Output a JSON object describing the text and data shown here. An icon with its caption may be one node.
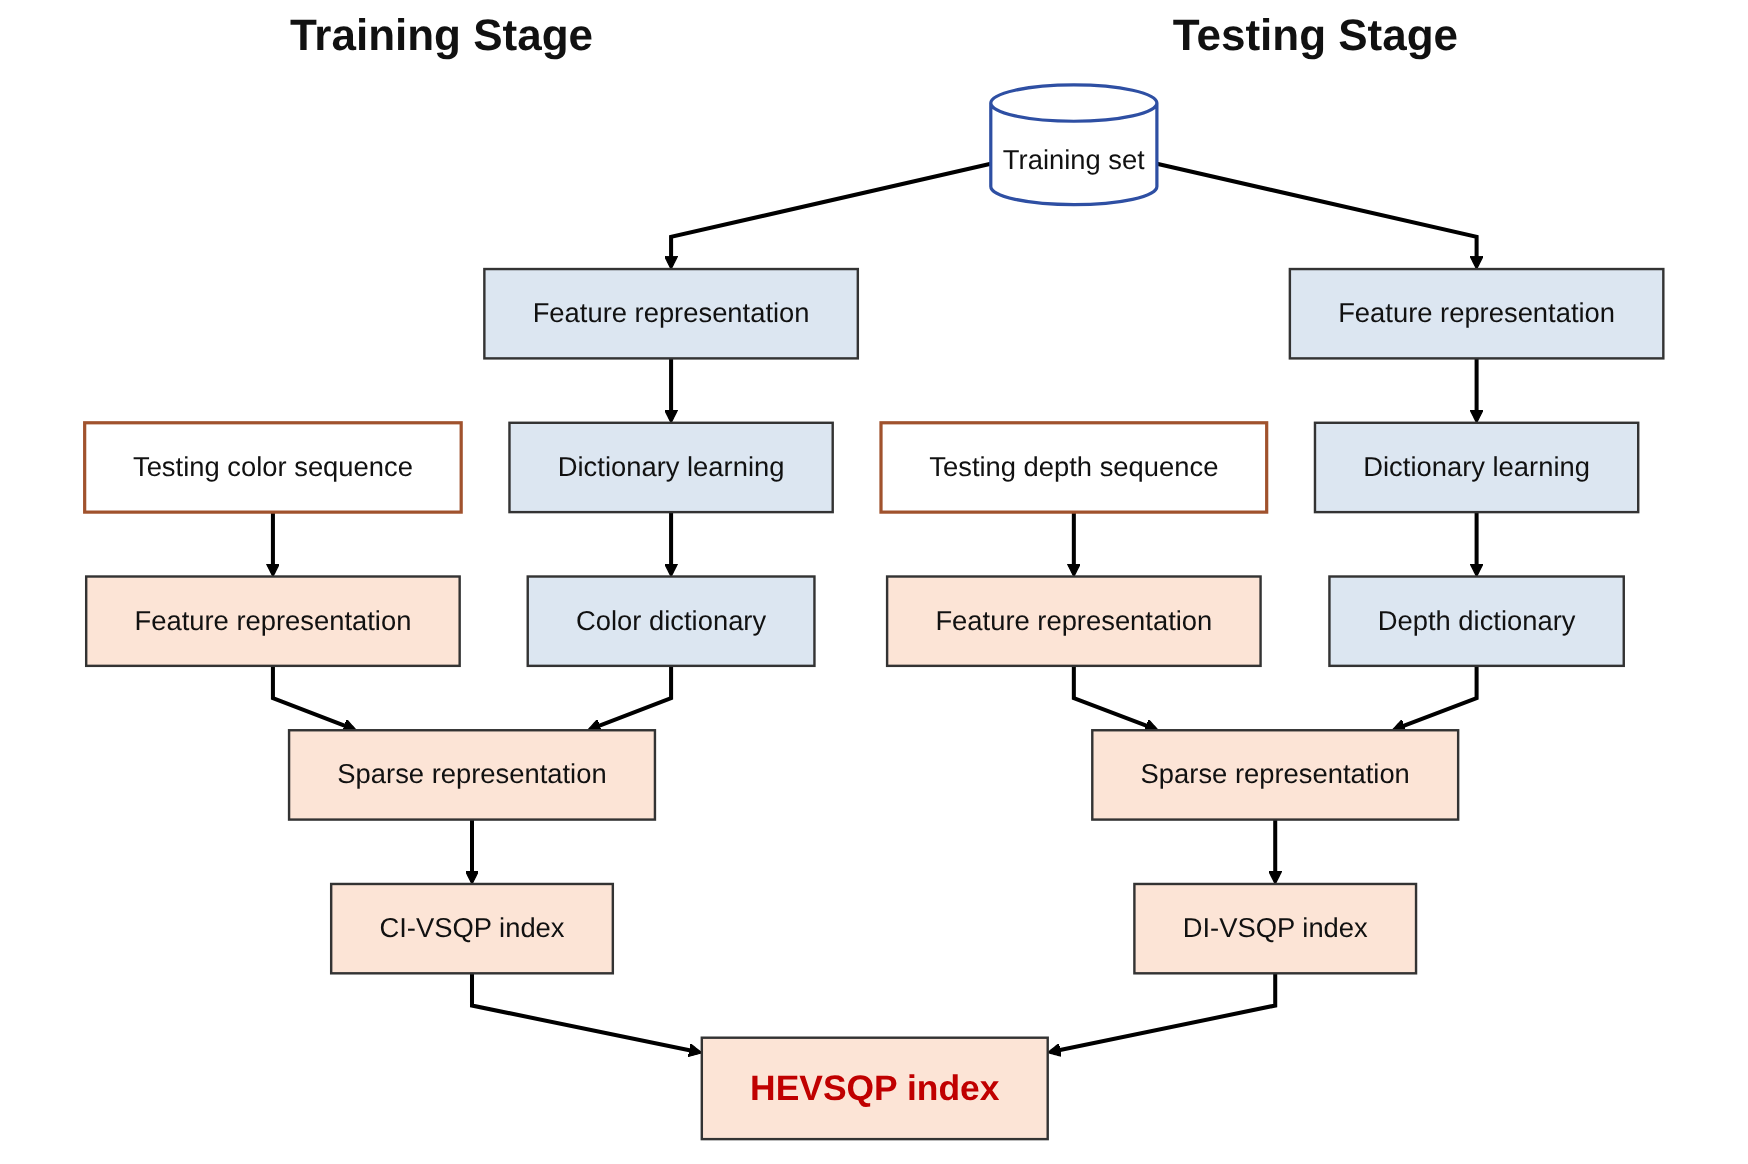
{
  "diagram": {
    "nodes": [
      {
        "text": [
          "Training set"
        ]
      },
      {
        "text": [
          "Feature representation"
        ]
      },
      {
        "text": [
          "Feature representation"
        ]
      },
      {
        "text": [
          "Dictionary learning"
        ]
      },
      {
        "text": [
          "Dictionary learning"
        ]
      },
      {
        "text": [
          "Depth dictionary"
        ]
      },
      {
        "text": [
          "Color dictionary"
        ]
      },
      {
        "text": [
          "Testing color sequence"
        ]
      },
      {
        "text": [
          "Testing depth sequence"
        ]
      },
      {
        "text": [
          "Feature representation"
        ]
      },
      {
        "text": [
          "Feature representation"
        ]
      },
      {
        "text": [
          "Sparse representation"
        ]
      },
      {
        "text": [
          "Sparse representation"
        ]
      },
      {
        "text": [
          "CI-VSQP index"
        ]
      },
      {
        "text": [
          "DI-VSQP index"
        ]
      },
      {
        "text": [
          "HEVSQP index"
        ]
      }
    ],
    "edges": [
      {
        "from": 0,
        "to": 1,
        "arrow": "to"
      },
      {
        "from": 0,
        "to": 2,
        "arrow": "to"
      },
      {
        "from": 1,
        "to": 3,
        "arrow": "to"
      },
      {
        "from": 2,
        "to": 4,
        "arrow": "to"
      },
      {
        "from": 3,
        "to": 5,
        "arrow": "to"
      },
      {
        "from": 4,
        "to": 6,
        "arrow": "to"
      },
      {
        "from": 7,
        "to": 9,
        "arrow": "to"
      },
      {
        "from": 8,
        "to": 10,
        "arrow": "to"
      },
      {
        "from": 9,
        "to": 11,
        "arrow": "to"
      },
      {
        "from": 10,
        "to": 12,
        "arrow": "to"
      },
      {
        "from": 6,
        "to": 11,
        "arrow": "to"
      },
      {
        "from": 5,
        "to": 12,
        "arrow": "to"
      },
      {
        "from": 11,
        "to": 13,
        "arrow": "to"
      },
      {
        "from": 12,
        "to": 14,
        "arrow": "to"
      },
      {
        "from": 13,
        "to": 15,
        "arrow": "to"
      },
      {
        "from": 14,
        "to": 15,
        "arrow": "to"
      }
    ],
    "labels": [
      "Training Stage",
      "Testing Stage"
    ]
  }
}
